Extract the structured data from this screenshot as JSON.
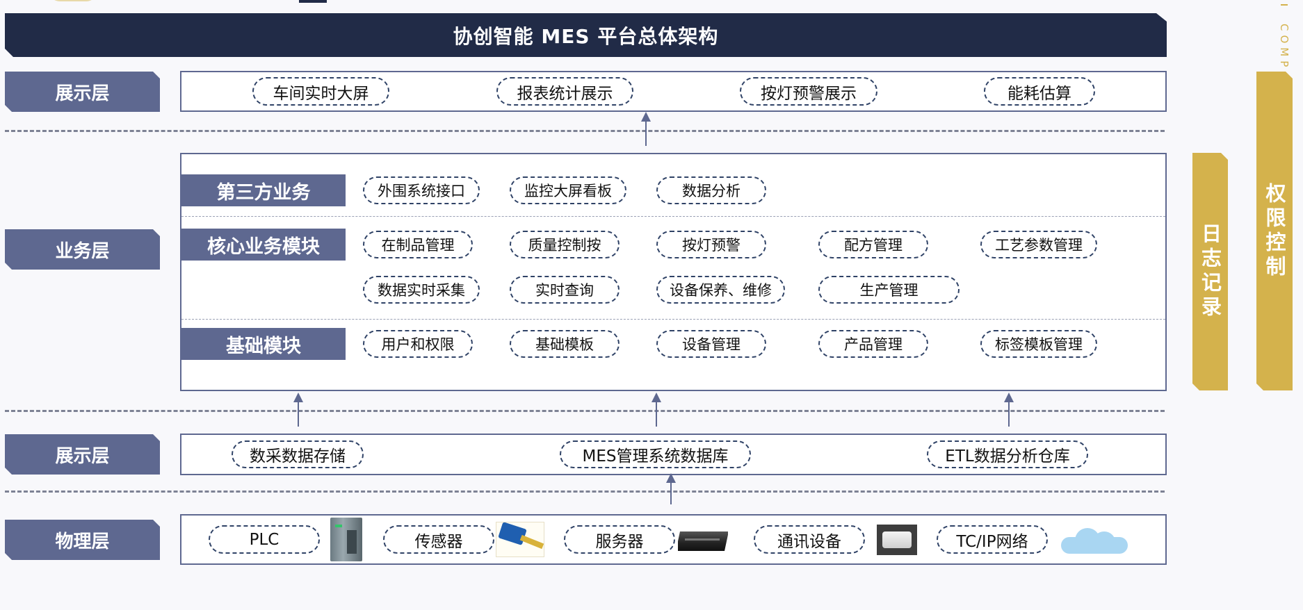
{
  "title": "协创智能 MES 平台总体架构",
  "edge_text": "COMP",
  "layers": {
    "presentation_top": "展示层",
    "business": "业务层",
    "presentation_bottom": "展示层",
    "physical": "物理层"
  },
  "presentation_top_items": [
    "车间实时大屏",
    "报表统计展示",
    "按灯预警展示",
    "能耗估算"
  ],
  "business": {
    "third_party": {
      "label": "第三方业务",
      "items": [
        "外围系统接口",
        "监控大屏看板",
        "数据分析"
      ]
    },
    "core": {
      "label": "核心业务模块",
      "items_row1": [
        "在制品管理",
        "质量控制按",
        "按灯预警",
        "配方管理",
        "工艺参数管理"
      ],
      "items_row2": [
        "数据实时采集",
        "实时查询",
        "设备保养、维修",
        "生产管理"
      ]
    },
    "base": {
      "label": "基础模块",
      "items": [
        "用户和权限",
        "基础模板",
        "设备管理",
        "产品管理",
        "标签模板管理"
      ]
    }
  },
  "presentation_bottom_items": [
    "数采数据存储",
    "MES管理系统数据库",
    "ETL数据分析仓库"
  ],
  "physical_items": [
    "PLC",
    "传感器",
    "服务器",
    "通讯设备",
    "TC/IP网络"
  ],
  "side": {
    "log": "日志记录",
    "permission": "权限控制"
  },
  "colors": {
    "banner": "#212b47",
    "layer_tag": "#5e6890",
    "side_bar": "#d4b24c"
  }
}
